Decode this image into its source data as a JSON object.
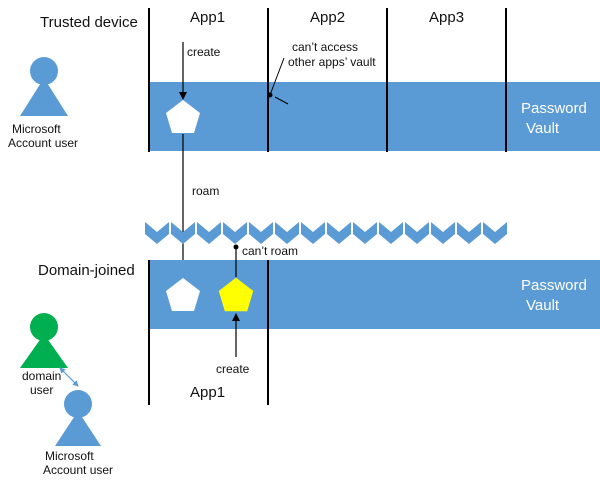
{
  "top": {
    "section_title": "Trusted device",
    "columns": [
      "App1",
      "App2",
      "App3"
    ],
    "vault_label": [
      "Password",
      "Vault"
    ],
    "create_label": "create",
    "no_access_label": [
      "can’t access",
      "other apps’ vault"
    ],
    "user_label": [
      "Microsoft",
      "Account user"
    ]
  },
  "roam_label": "roam",
  "cant_roam_label": "can’t roam",
  "bottom": {
    "section_title": "Domain-joined",
    "app_label": "App1",
    "vault_label": [
      "Password",
      "Vault"
    ],
    "create_label": "create",
    "domain_user_label": [
      "domain",
      "user"
    ],
    "ms_user_label": [
      "Microsoft",
      "Account user"
    ]
  },
  "colors": {
    "vault": "#5b9bd5",
    "ms_user": "#5b9bd5",
    "domain_user": "#00b050",
    "credential": "#ffffff",
    "local_credential": "#ffff00",
    "line": "#000000"
  }
}
